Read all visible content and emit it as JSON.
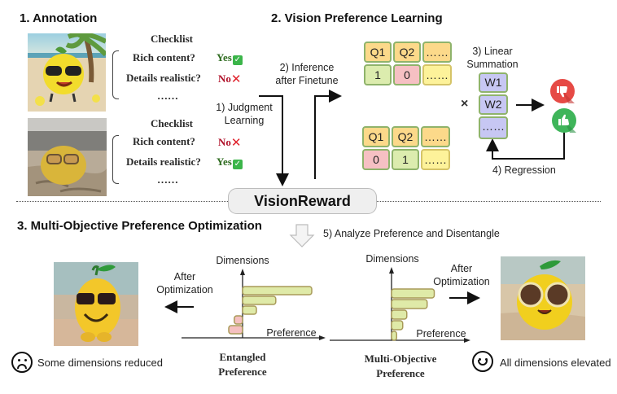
{
  "sections": {
    "annotation": "1. Annotation",
    "vision_pref": "2. Vision Preference Learning",
    "mopo": "3. Multi-Objective Preference Optimization"
  },
  "checklists": [
    {
      "title": "Checklist",
      "items": [
        {
          "question": "Rich content?",
          "answer": "Yes",
          "status": "yes"
        },
        {
          "question": "Details realistic?",
          "answer": "No",
          "status": "no"
        }
      ],
      "ellipsis": "……"
    },
    {
      "title": "Checklist",
      "items": [
        {
          "question": "Rich content?",
          "answer": "No",
          "status": "no"
        },
        {
          "question": "Details realistic?",
          "answer": "Yes",
          "status": "yes"
        }
      ],
      "ellipsis": "……"
    }
  ],
  "steps": {
    "s1": "1) Judgment\nLearning",
    "s1_line1": "1) Judgment",
    "s1_line2": "Learning",
    "s2_line1": "2) Inference",
    "s2_line2": "after Finetune",
    "s3_line1": "3) Linear",
    "s3_line2": "Summation",
    "s4": "4) Regression",
    "s5": "5) Analyze Preference and Disentangle"
  },
  "tables": [
    {
      "header": [
        "Q1",
        "Q2",
        "……"
      ],
      "values": [
        "1",
        "0",
        "……"
      ],
      "value_colors": [
        "green",
        "pink",
        "yellow"
      ]
    },
    {
      "header": [
        "Q1",
        "Q2",
        "……"
      ],
      "values": [
        "0",
        "1",
        "……"
      ],
      "value_colors": [
        "pink",
        "green",
        "yellow"
      ]
    }
  ],
  "multiply_sign": "×",
  "weights": [
    "W1",
    "W2",
    "……"
  ],
  "model_name": "VisionReward",
  "colors": {
    "cell_orange": "#fcd98a",
    "cell_green": "#dcecae",
    "cell_pink": "#f6c0c3",
    "cell_yellow": "#fdf29a",
    "weight_purple": "#c7c7f3",
    "thumb_down": "#e64a45",
    "thumb_up": "#3fb55a",
    "bar_green": "#dfeaa8",
    "bar_pink": "#f5c0c0"
  },
  "after_optimization_line1": "After",
  "after_optimization_line2": "Optimization",
  "chart_data": [
    {
      "type": "bar",
      "orientation": "horizontal",
      "title_line1": "Entangled",
      "title_line2": "Preference",
      "xlabel": "Preference",
      "ylabel": "Dimensions",
      "values": [
        5,
        2.4,
        1,
        -0.6,
        -1
      ],
      "units": "relative",
      "xlim": [
        -4,
        7.5
      ],
      "grid": false
    },
    {
      "type": "bar",
      "orientation": "horizontal",
      "title_line1": "Multi-Objective",
      "title_line2": "Preference",
      "xlabel": "Preference",
      "ylabel": "Dimensions",
      "values": [
        4.2,
        3.5,
        1.5,
        1.1,
        0.5
      ],
      "units": "relative",
      "xlim": [
        -7.5,
        7.5
      ],
      "grid": false
    }
  ],
  "outcomes": {
    "left": "Some dimensions reduced",
    "right": "All dimensions elevated"
  }
}
